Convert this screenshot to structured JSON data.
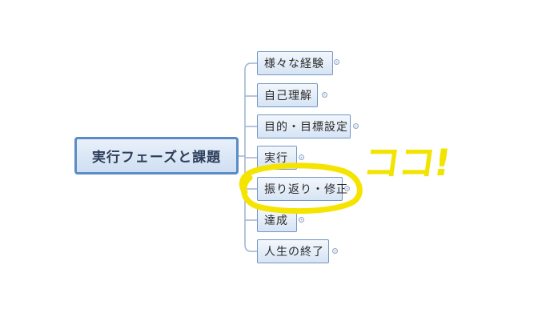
{
  "mindmap": {
    "root": {
      "label": "実行フェーズと課題"
    },
    "branches": [
      {
        "label": "様々な経験"
      },
      {
        "label": "自己理解"
      },
      {
        "label": "目的・目標設定"
      },
      {
        "label": "実行"
      },
      {
        "label": "振り返り・修正"
      },
      {
        "label": "達成"
      },
      {
        "label": "人生の終了"
      }
    ]
  },
  "annotation": {
    "text": "ココ!",
    "color": "#f2e400",
    "circled_item": "振り返り・修正"
  },
  "colors": {
    "node_border": "#7296c6",
    "root_border": "#5b8cc6",
    "connector": "#9fb3d1"
  }
}
